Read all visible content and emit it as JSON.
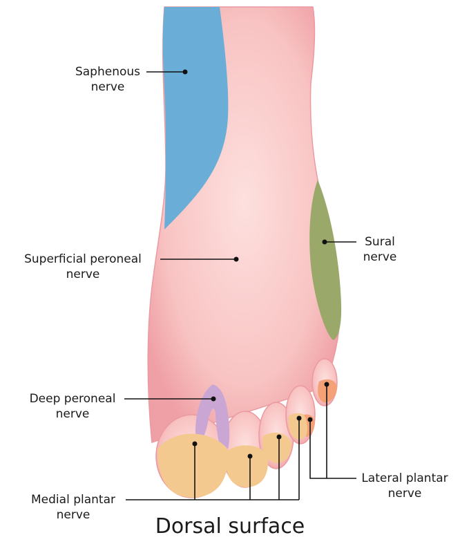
{
  "labels": {
    "saphenous": [
      "Saphenous",
      "nerve"
    ],
    "superficial_peroneal": [
      "Superficial peroneal",
      "nerve"
    ],
    "sural": [
      "Sural",
      "nerve"
    ],
    "deep_peroneal": [
      "Deep peroneal",
      "nerve"
    ],
    "medial_plantar": [
      "Medial plantar",
      "nerve"
    ],
    "lateral_plantar": [
      "Lateral plantar",
      "nerve"
    ]
  },
  "caption": "Dorsal surface",
  "colors": {
    "skin": "#f5b4b4",
    "skin_light": "#fad3d1",
    "skin_dark": "#eb9aa0",
    "saphenous": "#6aaed8",
    "sural": "#9aa86a",
    "deep_peroneal": "#c9a6d4",
    "medial_plantar": "#f3c98f",
    "lateral_plantar": "#f5a178",
    "leader": "#111111"
  }
}
